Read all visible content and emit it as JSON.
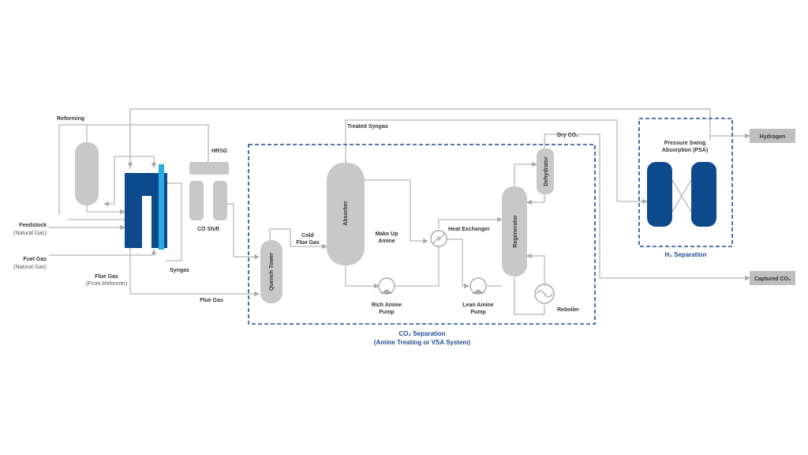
{
  "diagram": {
    "colors": {
      "vessel": "#c8c8c8",
      "pipe": "#b8b8b8",
      "reformer": "#0d4a8c",
      "reformer_tube": "#29abe2",
      "psa_bed": "#0d4a8c",
      "box_border": "#1f4f8f",
      "output_box": "#bfbfbf"
    },
    "labels": {
      "reforming": "Reforming",
      "feedstock": "Feedstock",
      "feedstock_sub": "(Natural Gas)",
      "fuel_gas": "Fuel Gas",
      "fuel_gas_sub": "(Natural Gas)",
      "flue_gas_from": "Flue Gas",
      "flue_gas_from_sub": "(From Reformer)",
      "syngas": "Syngas",
      "hrsg": "HRSG",
      "co_shift": "CO Shift",
      "flue_gas": "Flue Gas",
      "quench_tower": "Quench Tower",
      "cold_flue_gas_1": "Cold",
      "cold_flue_gas_2": "Flue Gas",
      "absorber": "Absorber",
      "treated_syngas": "Treated Syngas",
      "make_up_1": "Make Up",
      "make_up_2": "Amine",
      "heat_exchanger": "Heat Exchanger",
      "rich_amine_1": "Rich Amine",
      "rich_amine_2": "Pump",
      "lean_amine_1": "Lean Amine",
      "lean_amine_2": "Pump",
      "regenerator": "Regenerator",
      "dehydrator": "Dehydrator",
      "dry_co2": "Dry CO₂",
      "reboiler": "Reboiler",
      "psa_1": "Pressure Swing",
      "psa_2": "Absorption (PSA)",
      "h2_separation": "H₂ Separation",
      "hydrogen": "Hydrogen",
      "captured_co2": "Captured CO₂",
      "co2_separation_1": "CO₂ Separation",
      "co2_separation_2": "(Amine Treating or VSA System)"
    }
  }
}
